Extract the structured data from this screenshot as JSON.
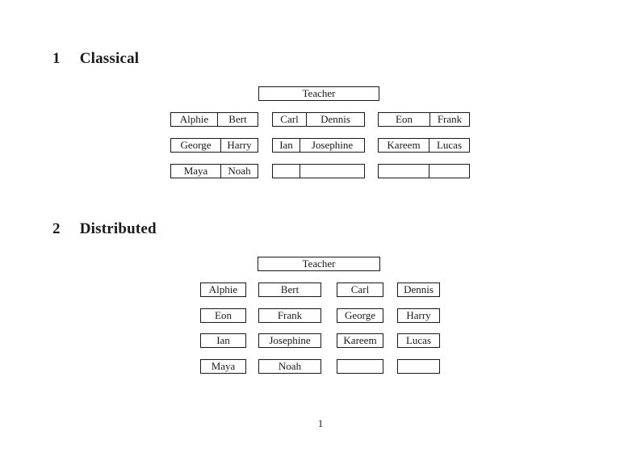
{
  "page_number": "1",
  "sections": {
    "classical": {
      "number": "1",
      "title": "Classical",
      "teacher": "Teacher",
      "groups": [
        [
          "Alphie",
          "Bert"
        ],
        [
          "Carl",
          "Dennis"
        ],
        [
          "Eon",
          "Frank"
        ],
        [
          "George",
          "Harry"
        ],
        [
          "Ian",
          "Josephine"
        ],
        [
          "Kareem",
          "Lucas"
        ],
        [
          "Maya",
          "Noah"
        ],
        [
          "",
          ""
        ],
        [
          "",
          ""
        ]
      ]
    },
    "distributed": {
      "number": "2",
      "title": "Distributed",
      "teacher": "Teacher",
      "students": [
        "Alphie",
        "Bert",
        "Carl",
        "Dennis",
        "Eon",
        "Frank",
        "George",
        "Harry",
        "Ian",
        "Josephine",
        "Kareem",
        "Lucas",
        "Maya",
        "Noah",
        "",
        ""
      ]
    }
  }
}
